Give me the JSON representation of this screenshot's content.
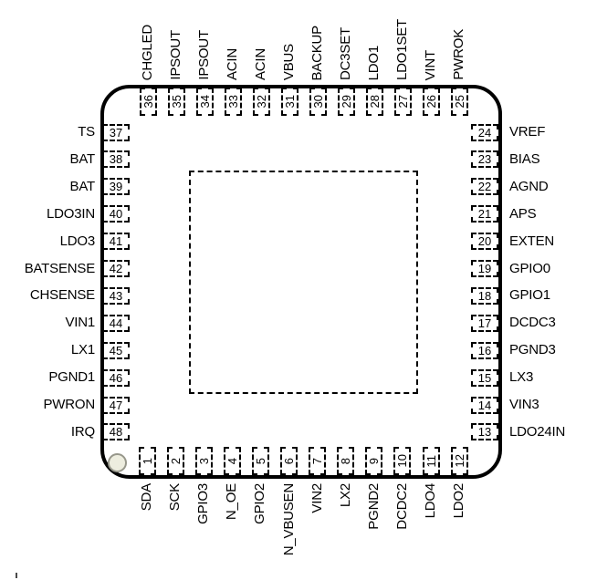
{
  "diagram": {
    "kind": "ic-package-pinout",
    "pin_count_per_side": 12,
    "pin1_marker": "circle",
    "center_region": "dashed-square"
  },
  "colors": {
    "line": "#000000",
    "background": "#ffffff",
    "pin1_fill": "#ededdf",
    "pin1_stroke": "#97978b"
  },
  "pins": {
    "top": [
      {
        "num": "36",
        "label": "CHGLED"
      },
      {
        "num": "35",
        "label": "IPSOUT"
      },
      {
        "num": "34",
        "label": "IPSOUT"
      },
      {
        "num": "33",
        "label": "ACIN"
      },
      {
        "num": "32",
        "label": "ACIN"
      },
      {
        "num": "31",
        "label": "VBUS"
      },
      {
        "num": "30",
        "label": "BACKUP"
      },
      {
        "num": "29",
        "label": "DC3SET"
      },
      {
        "num": "28",
        "label": "LDO1"
      },
      {
        "num": "27",
        "label": "LDO1SET"
      },
      {
        "num": "26",
        "label": "VINT"
      },
      {
        "num": "25",
        "label": "PWROK"
      }
    ],
    "left": [
      {
        "num": "37",
        "label": "TS"
      },
      {
        "num": "38",
        "label": "BAT"
      },
      {
        "num": "39",
        "label": "BAT"
      },
      {
        "num": "40",
        "label": "LDO3IN"
      },
      {
        "num": "41",
        "label": "LDO3"
      },
      {
        "num": "42",
        "label": "BATSENSE"
      },
      {
        "num": "43",
        "label": "CHSENSE"
      },
      {
        "num": "44",
        "label": "VIN1"
      },
      {
        "num": "45",
        "label": "LX1"
      },
      {
        "num": "46",
        "label": "PGND1"
      },
      {
        "num": "47",
        "label": "PWRON"
      },
      {
        "num": "48",
        "label": "IRQ"
      }
    ],
    "right": [
      {
        "num": "24",
        "label": "VREF"
      },
      {
        "num": "23",
        "label": "BIAS"
      },
      {
        "num": "22",
        "label": "AGND"
      },
      {
        "num": "21",
        "label": "APS"
      },
      {
        "num": "20",
        "label": "EXTEN"
      },
      {
        "num": "19",
        "label": "GPIO0"
      },
      {
        "num": "18",
        "label": "GPIO1"
      },
      {
        "num": "17",
        "label": "DCDC3"
      },
      {
        "num": "16",
        "label": "PGND3"
      },
      {
        "num": "15",
        "label": "LX3"
      },
      {
        "num": "14",
        "label": "VIN3"
      },
      {
        "num": "13",
        "label": "LDO24IN"
      }
    ],
    "bottom": [
      {
        "num": "1",
        "label": "SDA"
      },
      {
        "num": "2",
        "label": "SCK"
      },
      {
        "num": "3",
        "label": "GPIO3"
      },
      {
        "num": "4",
        "label": "N_OE"
      },
      {
        "num": "5",
        "label": "GPIO2"
      },
      {
        "num": "6",
        "label": "N_VBUSEN"
      },
      {
        "num": "7",
        "label": "VIN2"
      },
      {
        "num": "8",
        "label": "LX2"
      },
      {
        "num": "9",
        "label": "PGND2"
      },
      {
        "num": "10",
        "label": "DCDC2"
      },
      {
        "num": "11",
        "label": "LDO4"
      },
      {
        "num": "12",
        "label": "LDO2"
      }
    ]
  }
}
